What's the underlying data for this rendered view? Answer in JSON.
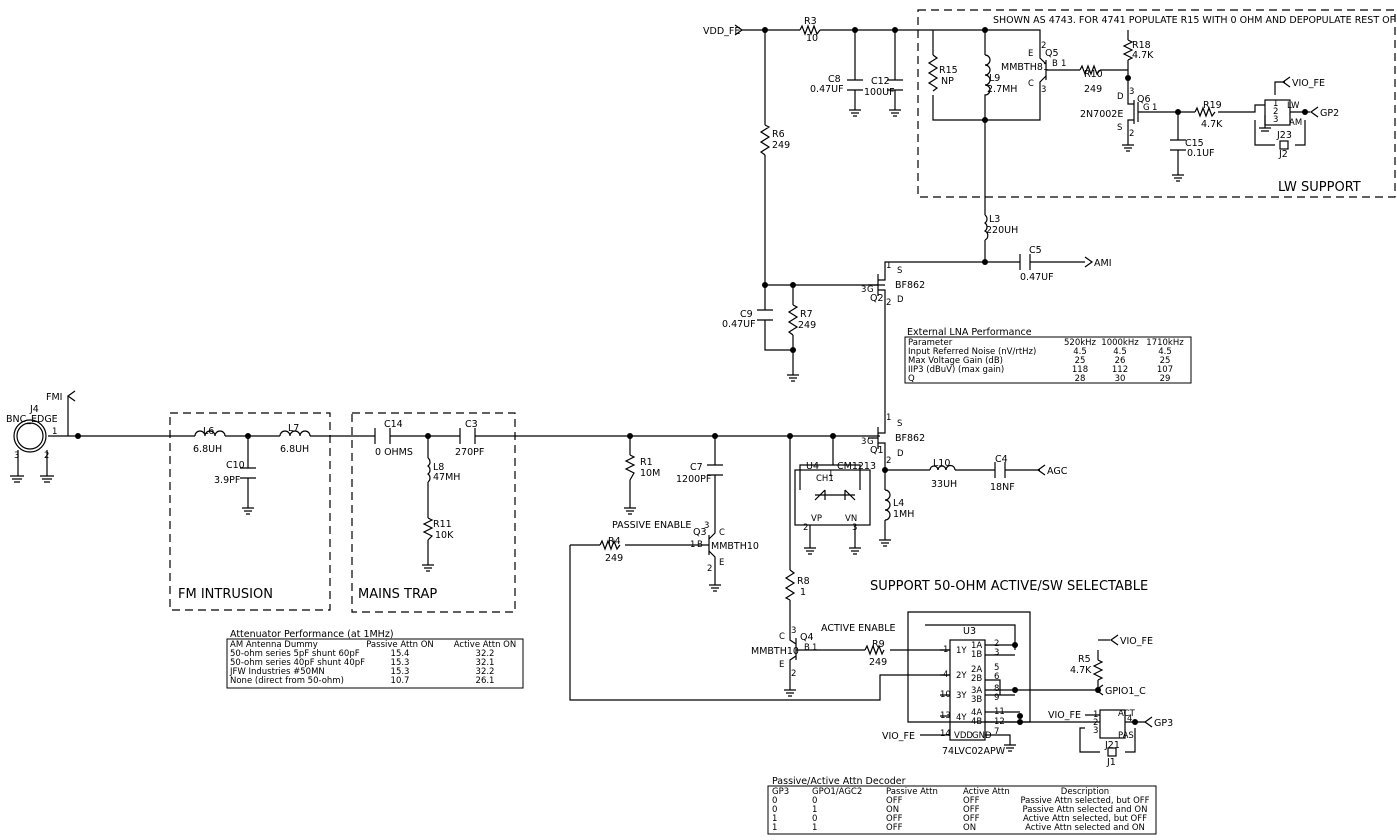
{
  "nets": {
    "vdd_fe": "VDD_FE",
    "fmi": "FMI",
    "ami": "AMI",
    "agc": "AGC",
    "vio_fe": "VIO_FE",
    "gp2": "GP2",
    "gp3": "GP3",
    "gpio1_c": "GPIO1_C"
  },
  "connector": {
    "ref": "J4",
    "type": "BNC_EDGE",
    "pin1": "1",
    "pin2": "2",
    "pin3": "3"
  },
  "components": {
    "r3": {
      "ref": "R3",
      "val": "10"
    },
    "c8": {
      "ref": "C8",
      "val": "0.47UF"
    },
    "c12": {
      "ref": "C12",
      "val": "100UF"
    },
    "r15": {
      "ref": "R15",
      "val": "NP"
    },
    "l9": {
      "ref": "L9",
      "val": "2.7MH"
    },
    "q5": {
      "ref": "Q5",
      "type": "MMBTH81",
      "e": "E",
      "b": "B",
      "c": "C",
      "p1": "1",
      "p2": "2",
      "p3": "3"
    },
    "r10": {
      "ref": "R10",
      "val": "249"
    },
    "r18": {
      "ref": "R18",
      "val": "4.7K"
    },
    "q6": {
      "ref": "Q6",
      "type": "2N7002E",
      "d": "D",
      "g": "G",
      "s": "S",
      "p1": "1",
      "p2": "2",
      "p3": "3"
    },
    "r19": {
      "ref": "R19",
      "val": "4.7K"
    },
    "c15": {
      "ref": "C15",
      "val": "0.1UF"
    },
    "j23": {
      "ref": "J23",
      "lw": "LW",
      "am": "AM",
      "p1": "1",
      "p2": "2",
      "p3": "3"
    },
    "j2": {
      "ref": "J2"
    },
    "r6": {
      "ref": "R6",
      "val": "249"
    },
    "l3": {
      "ref": "L3",
      "val": "220UH"
    },
    "c5": {
      "ref": "C5",
      "val": "0.47UF"
    },
    "q2": {
      "ref": "Q2",
      "type": "BF862",
      "s": "S",
      "g": "G",
      "d": "D",
      "p1": "1",
      "p2": "2",
      "p3": "3"
    },
    "c9": {
      "ref": "C9",
      "val": "0.47UF"
    },
    "r7": {
      "ref": "R7",
      "val": "249"
    },
    "l6": {
      "ref": "L6",
      "val": "6.8UH"
    },
    "l7": {
      "ref": "L7",
      "val": "6.8UH"
    },
    "c10": {
      "ref": "C10",
      "val": "3.9PF"
    },
    "c14": {
      "ref": "C14",
      "val": "0 OHMS"
    },
    "c3": {
      "ref": "C3",
      "val": "270PF"
    },
    "l8": {
      "ref": "L8",
      "val": "47MH"
    },
    "r11": {
      "ref": "R11",
      "val": "10K"
    },
    "r1": {
      "ref": "R1",
      "val": "10M"
    },
    "c7": {
      "ref": "C7",
      "val": "1200PF"
    },
    "q3": {
      "ref": "Q3",
      "type": "MMBTH10",
      "b": "B",
      "c": "C",
      "e": "E",
      "p1": "1",
      "p2": "2",
      "p3": "3"
    },
    "r4": {
      "ref": "R4",
      "val": "249"
    },
    "u4": {
      "ref": "U4",
      "type": "CM1213",
      "ch1": "CH1",
      "vp": "VP",
      "vn": "VN",
      "p1": "1",
      "p2": "2",
      "p3": "3"
    },
    "q1": {
      "ref": "Q1",
      "type": "BF862",
      "s": "S",
      "g": "G",
      "d": "D",
      "p1": "1",
      "p2": "2",
      "p3": "3"
    },
    "l10": {
      "ref": "L10",
      "val": "33UH"
    },
    "c4": {
      "ref": "C4",
      "val": "18NF"
    },
    "l4": {
      "ref": "L4",
      "val": "1MH"
    },
    "r8": {
      "ref": "R8",
      "val": "1"
    },
    "q4": {
      "ref": "Q4",
      "type": "MMBTH10",
      "b": "B",
      "c": "C",
      "e": "E",
      "p1": "1",
      "p2": "2",
      "p3": "3"
    },
    "r9": {
      "ref": "R9",
      "val": "249"
    },
    "u3": {
      "ref": "U3",
      "type": "74LVC02APW",
      "vdd": "VDD",
      "gnd": "GND",
      "pins": [
        "1",
        "2",
        "3",
        "4",
        "5",
        "6",
        "7",
        "8",
        "9",
        "10",
        "11",
        "12",
        "13",
        "14"
      ],
      "gates": [
        "1Y",
        "1A",
        "1B",
        "2Y",
        "2A",
        "2B",
        "3Y",
        "3A",
        "3B",
        "4Y",
        "4A",
        "4B"
      ]
    },
    "r5": {
      "ref": "R5",
      "val": "4.7K"
    },
    "j21": {
      "ref": "J21",
      "act": "ACT",
      "pas": "PAS",
      "p1": "1",
      "p2": "2",
      "p3": "3",
      "p4": "4"
    },
    "j1": {
      "ref": "J1"
    }
  },
  "notes": {
    "lw_note": "SHOWN AS 4743. FOR 4741 POPULATE R15 WITH 0 OHM AND DEPOPULATE REST OF CIRCUIT",
    "lw_support": "LW SUPPORT",
    "fm_intrusion": "FM INTRUSION",
    "mains_trap": "MAINS TRAP",
    "passive_enable": "PASSIVE ENABLE",
    "active_enable": "ACTIVE ENABLE",
    "support_50ohm": "SUPPORT 50-OHM ACTIVE/SW SELECTABLE"
  },
  "lna_table": {
    "title": "External LNA Performance",
    "header": [
      "Parameter",
      "520kHz",
      "1000kHz",
      "1710kHz"
    ],
    "rows": [
      [
        "Input Referred Noise (nV/rtHz)",
        "4.5",
        "4.5",
        "4.5"
      ],
      [
        "Max Voltage Gain (dB)",
        "25",
        "26",
        "25"
      ],
      [
        "IIP3 (dBuV) (max gain)",
        "118",
        "112",
        "107"
      ],
      [
        "Q",
        "28",
        "30",
        "29"
      ]
    ]
  },
  "atten_table": {
    "title": "Attenuator Performance (at 1MHz)",
    "header": [
      "AM Antenna Dummy",
      "Passive Attn ON",
      "Active Attn ON"
    ],
    "rows": [
      [
        "50-ohm series 5pF shunt 60pF",
        "15.4",
        "32.2"
      ],
      [
        "50-ohm series 40pF shunt 40pF",
        "15.3",
        "32.1"
      ],
      [
        "JFW Industries #50MN",
        "15.3",
        "32.2"
      ],
      [
        "None (direct from 50-ohm)",
        "10.7",
        "26.1"
      ]
    ]
  },
  "decoder_table": {
    "title": "Passive/Active Attn Decoder",
    "header": [
      "GP3",
      "GPO1/AGC2",
      "Passive Attn",
      "Active Attn",
      "Description"
    ],
    "rows": [
      [
        "0",
        "0",
        "OFF",
        "OFF",
        "Passive Attn selected, but OFF"
      ],
      [
        "0",
        "1",
        "ON",
        "OFF",
        "Passive Attn selected and ON"
      ],
      [
        "1",
        "0",
        "OFF",
        "OFF",
        "Active Attn selected, but OFF"
      ],
      [
        "1",
        "1",
        "OFF",
        "ON",
        "Active Attn selected and ON"
      ]
    ]
  }
}
